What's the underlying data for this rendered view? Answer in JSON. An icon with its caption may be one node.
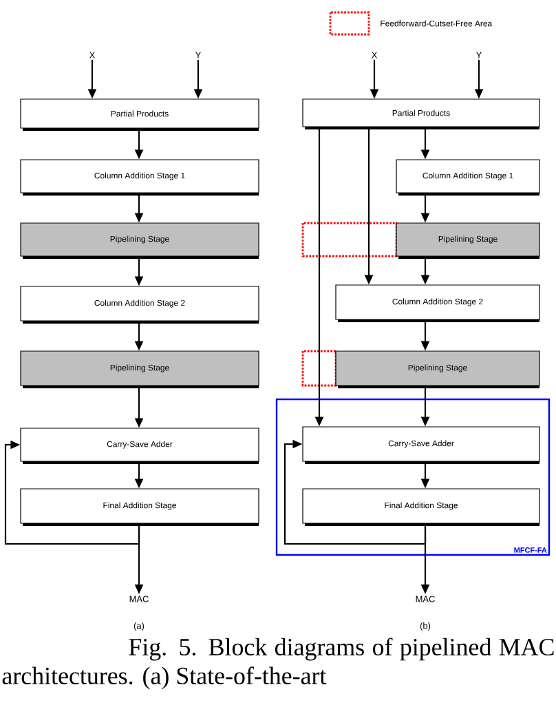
{
  "diagram": {
    "caption": "Fig. 5. Block diagrams of pipelined MAC architectures. (a) State-of-the-art",
    "nodes": [
      {
        "text": [
          "X"
        ]
      },
      {
        "text": [
          "Y"
        ]
      },
      {
        "text": [
          "Partial Products"
        ]
      },
      {
        "text": [
          "Column Addition Stage 1"
        ]
      },
      {
        "text": [
          "Pipelining Stage"
        ]
      },
      {
        "text": [
          "Column Addition Stage 2"
        ]
      },
      {
        "text": [
          "Pipelining Stage"
        ]
      },
      {
        "text": [
          "Carry-Save Adder"
        ]
      },
      {
        "text": [
          "Final Addition Stage"
        ]
      },
      {
        "text": [
          "MAC"
        ]
      },
      {
        "text": [
          "X"
        ]
      },
      {
        "text": [
          "Y"
        ]
      },
      {
        "text": [
          "Partial Products"
        ]
      },
      {
        "text": [
          "Column Addition Stage 1"
        ]
      },
      {
        "text": [
          "Pipelining Stage"
        ]
      },
      {
        "text": [
          "Column Addition Stage 2"
        ]
      },
      {
        "text": [
          "Pipelining Stage"
        ]
      },
      {
        "text": [
          "MFCF-FA"
        ]
      },
      {
        "text": [
          "Carry-Save Adder"
        ],
        "in": 17
      },
      {
        "text": [
          "Final Addition Stage"
        ],
        "in": 17
      },
      {
        "text": [
          "MAC"
        ]
      }
    ],
    "edges": [
      {
        "from": 0,
        "to": 2,
        "arrow": "to"
      },
      {
        "from": 1,
        "to": 2,
        "arrow": "to"
      },
      {
        "from": 2,
        "to": 3,
        "arrow": "to"
      },
      {
        "from": 3,
        "to": 4,
        "arrow": "to"
      },
      {
        "from": 4,
        "to": 5,
        "arrow": "to"
      },
      {
        "from": 5,
        "to": 6,
        "arrow": "to"
      },
      {
        "from": 6,
        "to": 7,
        "arrow": "to"
      },
      {
        "from": 7,
        "to": 8,
        "arrow": "to"
      },
      {
        "from": 8,
        "to": 9,
        "arrow": "to"
      },
      {
        "from": 8,
        "to": 7,
        "arrow": "to"
      },
      {
        "from": 10,
        "to": 12,
        "arrow": "to"
      },
      {
        "from": 11,
        "to": 12,
        "arrow": "to"
      },
      {
        "from": 12,
        "to": 13,
        "arrow": "to"
      },
      {
        "from": 13,
        "to": 14,
        "arrow": "to"
      },
      {
        "from": 14,
        "to": 15,
        "arrow": "to"
      },
      {
        "from": 15,
        "to": 16,
        "arrow": "to"
      },
      {
        "from": 16,
        "to": 18,
        "arrow": "to"
      },
      {
        "from": 18,
        "to": 19,
        "arrow": "to"
      },
      {
        "from": 19,
        "to": 20,
        "arrow": "to"
      },
      {
        "from": 19,
        "to": 18,
        "arrow": "to"
      },
      {
        "from": 12,
        "to": 18,
        "arrow": "to"
      },
      {
        "from": 12,
        "to": 15,
        "arrow": "to"
      }
    ],
    "labels": [
      "(a)",
      "(b)"
    ],
    "legend": [
      {
        "text": "Feedforward-Cutset-Free Area"
      }
    ]
  }
}
